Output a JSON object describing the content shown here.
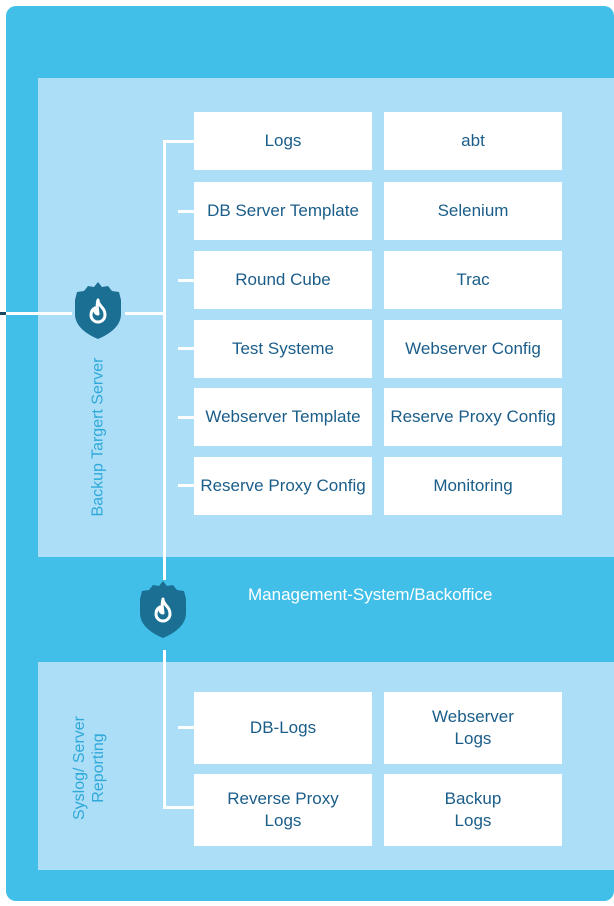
{
  "top_panel": {
    "label": "Backup Targert Server",
    "items": [
      "Logs",
      "abt",
      "DB Server Template",
      "Selenium",
      "Round Cube",
      "Trac",
      "Test Systeme",
      "Webserver Config",
      "Webserver Template",
      "Reserve Proxy Config",
      "Reserve Proxy Config",
      "Monitoring"
    ]
  },
  "management": {
    "label": "Management-System/Backoffice"
  },
  "bottom_panel": {
    "label": "Syslog/ Server\nReporting",
    "items": [
      "DB-Logs",
      "Webserver\nLogs",
      "Reverse Proxy\nLogs",
      "Backup\nLogs"
    ]
  },
  "colors": {
    "outer_background": "#41bfe8",
    "panel_background": "#addef8",
    "box_text": "#1a5d89",
    "shield": "#1b6f93"
  },
  "icons": [
    "firewall-shield-icon",
    "firewall-shield-icon"
  ]
}
